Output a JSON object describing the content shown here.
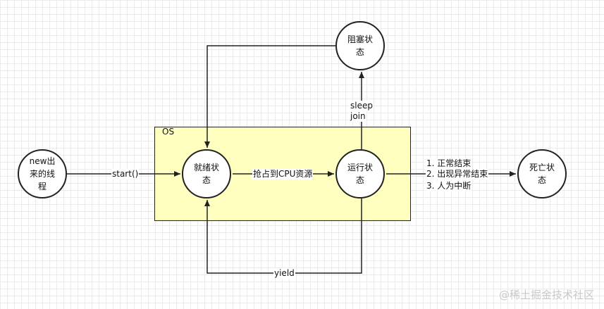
{
  "container": {
    "label": "OS"
  },
  "nodes": {
    "new_thread": "new出来的线程",
    "ready": "就绪状态",
    "running": "运行状态",
    "blocked": "阻塞状态",
    "dead": "死亡状态"
  },
  "edges": {
    "start": "start()",
    "grab_cpu": "抢占到CPU资源",
    "sleep": "sleep",
    "join": "join",
    "yield": "yield",
    "end_1": "1. 正常结束",
    "end_2": "2. 出现异常结束",
    "end_3": "3. 人为中断"
  },
  "watermark": "@稀土掘金技术社区"
}
